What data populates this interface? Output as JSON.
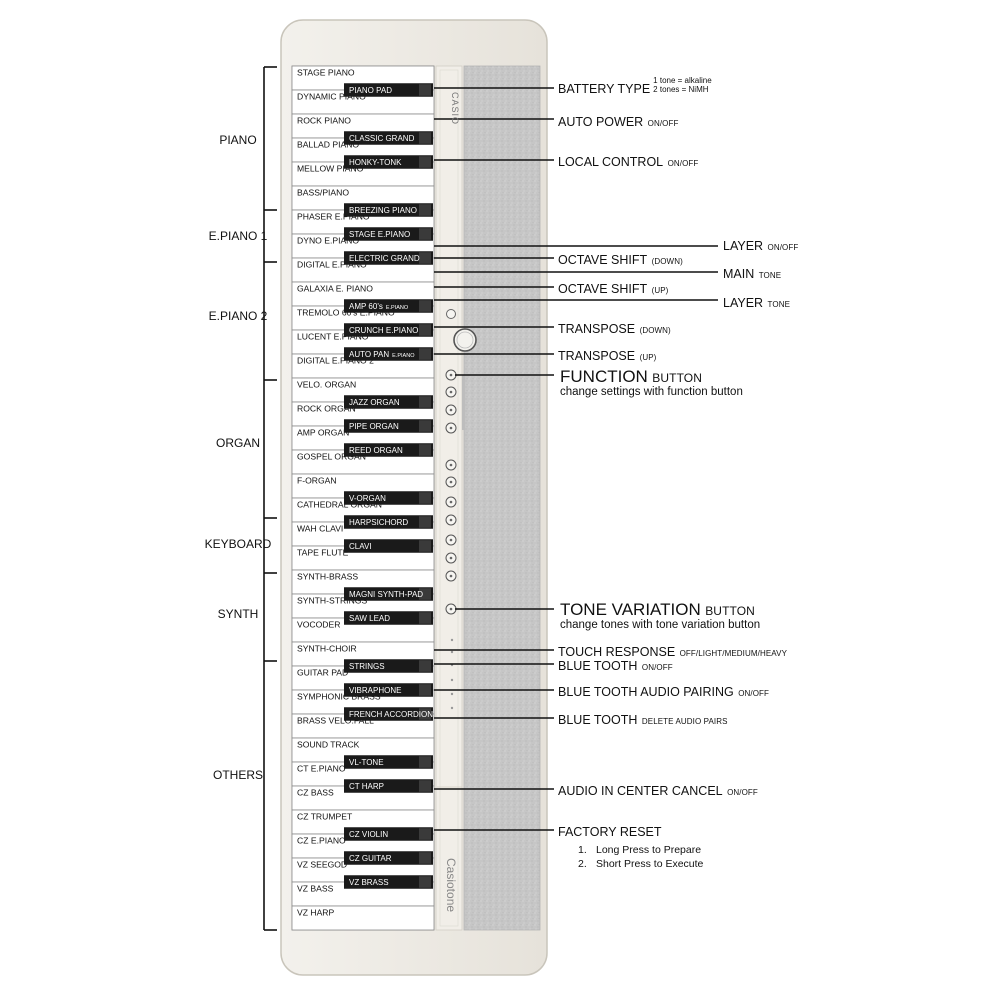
{
  "white_keys": [
    "STAGE PIANO",
    "DYNAMIC PIANO",
    "ROCK PIANO",
    "BALLAD PIANO",
    "MELLOW PIANO",
    "BASS/PIANO",
    "PHASER E.PIANO",
    "DYNO E.PIANO",
    "DIGITAL E.PIANO",
    "GALAXIA E. PIANO",
    "TREMOLO 60's E.PIANO",
    "LUCENT E.PIANO",
    "DIGITAL E.PIANO 2",
    "VELO. ORGAN",
    "ROCK ORGAN",
    "AMP ORGAN",
    "GOSPEL ORGAN",
    "F-ORGAN",
    "CATHEDRAL ORGAN",
    "WAH CLAVI",
    "TAPE FLUTE",
    "SYNTH-BRASS",
    "SYNTH-STRINGS",
    "VOCODER",
    "SYNTH-CHOIR",
    "GUITAR PAD",
    "SYMPHONIC BRASS",
    "BRASS VELO.FALL",
    "SOUND TRACK",
    "CT E.PIANO",
    "CZ BASS",
    "CZ TRUMPET",
    "CZ E.PIANO",
    "VZ SEEGOD",
    "VZ BASS",
    "VZ HARP"
  ],
  "black_keys": [
    {
      "main": "PIANO PAD",
      "small": ""
    },
    {
      "main": "CLASSIC GRAND",
      "small": ""
    },
    {
      "main": "HONKY-TONK",
      "small": ""
    },
    {
      "main": "BREEZING PIANO",
      "small": ""
    },
    {
      "main": "STAGE E.PIANO",
      "small": ""
    },
    {
      "main": "ELECTRIC GRAND",
      "small": ""
    },
    {
      "main": "AMP 60's",
      "small": "E.PIANO"
    },
    {
      "main": "CRUNCH E.PIANO",
      "small": ""
    },
    {
      "main": "AUTO PAN",
      "small": "E.PIANO"
    },
    {
      "main": "JAZZ ORGAN",
      "small": ""
    },
    {
      "main": "PIPE ORGAN",
      "small": ""
    },
    {
      "main": "REED ORGAN",
      "small": ""
    },
    {
      "main": "V-ORGAN",
      "small": ""
    },
    {
      "main": "HARPSICHORD",
      "small": ""
    },
    {
      "main": "CLAVI",
      "small": ""
    },
    {
      "main": "MAGNI SYNTH-PAD",
      "small": ""
    },
    {
      "main": "SAW LEAD",
      "small": ""
    },
    {
      "main": "STRINGS",
      "small": ""
    },
    {
      "main": "VIBRAPHONE",
      "small": ""
    },
    {
      "main": "FRENCH ACCORDION",
      "small": ""
    },
    {
      "main": "VL-TONE",
      "small": ""
    },
    {
      "main": "CT HARP",
      "small": ""
    },
    {
      "main": "CZ VIOLIN",
      "small": ""
    },
    {
      "main": "CZ GUITAR",
      "small": ""
    },
    {
      "main": "VZ BRASS",
      "small": ""
    }
  ],
  "categories": [
    "PIANO",
    "E.PIANO 1",
    "E.PIANO 2",
    "ORGAN",
    "KEYBOARD",
    "SYNTH",
    "OTHERS"
  ],
  "brand": {
    "casio": "CASIO",
    "model": "Casiotone"
  },
  "annotations": [
    {
      "main": "BATTERY TYPE",
      "sub": "",
      "note1": "1 tone = alkaline",
      "note2": "2 tones = NiMH",
      "desc": "",
      "big": false
    },
    {
      "main": "AUTO POWER",
      "sub": "ON/OFF",
      "desc": "",
      "big": false
    },
    {
      "main": "LOCAL CONTROL",
      "sub": "ON/OFF",
      "desc": "",
      "big": false
    },
    {
      "main": "LAYER",
      "sub": "ON/OFF",
      "desc": "",
      "big": false
    },
    {
      "main": "OCTAVE SHIFT",
      "sub": "(DOWN)",
      "desc": "",
      "big": false
    },
    {
      "main": "MAIN",
      "sub": "TONE",
      "desc": "",
      "big": false
    },
    {
      "main": "OCTAVE SHIFT",
      "sub": "(UP)",
      "desc": "",
      "big": false
    },
    {
      "main": "LAYER",
      "sub": "TONE",
      "desc": "",
      "big": false
    },
    {
      "main": "TRANSPOSE",
      "sub": "(DOWN)",
      "desc": "",
      "big": false
    },
    {
      "main": "TRANSPOSE",
      "sub": "(UP)",
      "desc": "",
      "big": false
    },
    {
      "main": "FUNCTION",
      "sub": "BUTTON",
      "desc": "change settings with function button",
      "big": true
    },
    {
      "main": "TONE VARIATION",
      "sub": "BUTTON",
      "desc": "change tones with tone variation button",
      "big": true
    },
    {
      "main": "TOUCH RESPONSE",
      "sub": "OFF/LIGHT/MEDIUM/HEAVY",
      "desc": "",
      "big": false
    },
    {
      "main": "BLUE TOOTH",
      "sub": "ON/OFF",
      "desc": "",
      "big": false
    },
    {
      "main": "BLUE TOOTH AUDIO PAIRING",
      "sub": "ON/OFF",
      "desc": "",
      "big": false
    },
    {
      "main": "BLUE TOOTH",
      "sub": "DELETE AUDIO PAIRS",
      "desc": "",
      "big": false
    },
    {
      "main": "AUDIO IN CENTER CANCEL",
      "sub": "ON/OFF",
      "desc": "",
      "big": false
    },
    {
      "main": "FACTORY RESET",
      "sub": "",
      "desc": "",
      "big": false,
      "steps": [
        {
          "num": "1.",
          "text": "Long Press to Prepare"
        },
        {
          "num": "2.",
          "text": "Short Press to Execute"
        }
      ]
    }
  ],
  "colors": {
    "body": "#ece9e2",
    "body_edge": "#c9c5bb",
    "speaker": "#c4c4c4",
    "black_key": "#1a1a1a",
    "white_key": "#ffffff",
    "line": "#111111"
  }
}
